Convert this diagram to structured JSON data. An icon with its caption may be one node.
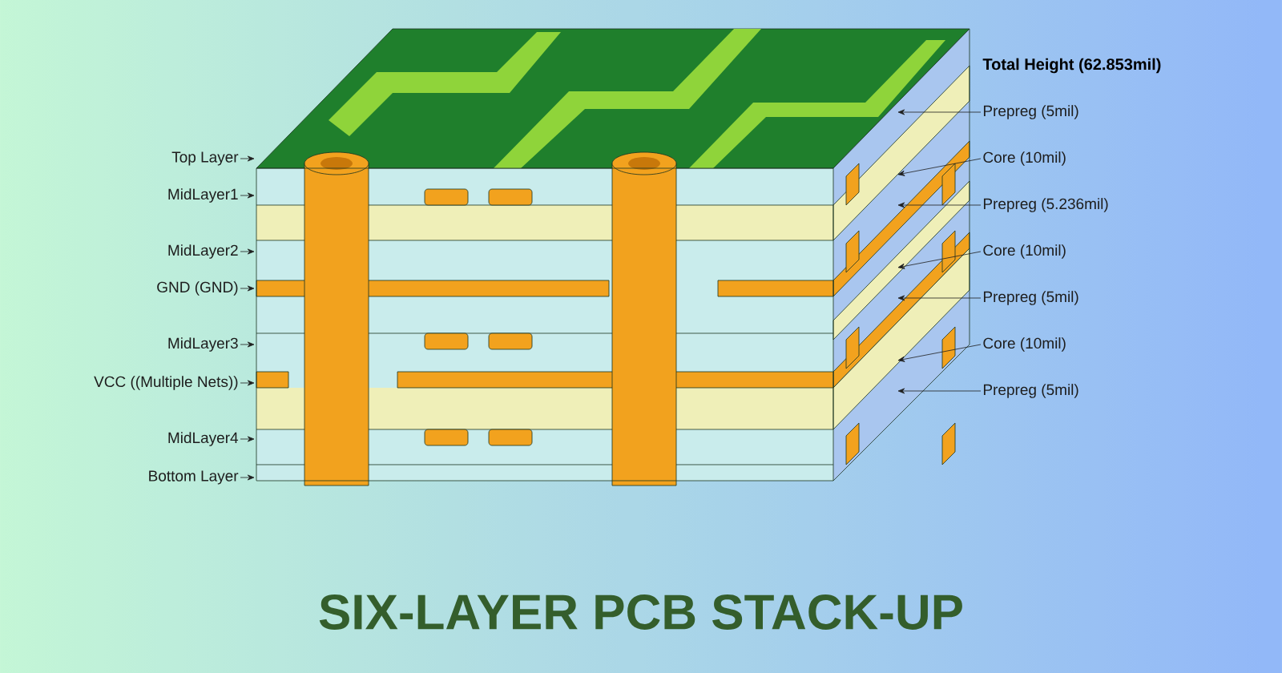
{
  "diagram": {
    "title": "SIX-LAYER PCB STACK-UP",
    "nodes": [
      {
        "text": [
          "Top Layer"
        ]
      },
      {
        "text": [
          "MidLayer1"
        ]
      },
      {
        "text": [
          "MidLayer2"
        ]
      },
      {
        "text": [
          "GND (GND)"
        ]
      },
      {
        "text": [
          "MidLayer3"
        ]
      },
      {
        "text": [
          "VCC ((Multiple Nets))"
        ]
      },
      {
        "text": [
          "MidLayer4"
        ]
      },
      {
        "text": [
          "Bottom Layer"
        ]
      },
      {
        "text": [
          "Prepreg (5mil)"
        ]
      },
      {
        "text": [
          "Core (10mil)"
        ]
      },
      {
        "text": [
          "Prepreg (5.236mil)"
        ]
      },
      {
        "text": [
          "Core (10mil)"
        ]
      },
      {
        "text": [
          "Prepreg (5mil)"
        ]
      },
      {
        "text": [
          "Core (10mil)"
        ]
      },
      {
        "text": [
          "Prepreg (5mil)"
        ]
      }
    ],
    "edges": [
      {
        "from": 0,
        "to": null,
        "arrow": "to"
      },
      {
        "from": 1,
        "to": null,
        "arrow": "to"
      },
      {
        "from": 2,
        "to": null,
        "arrow": "to"
      },
      {
        "from": 3,
        "to": null,
        "arrow": "to"
      },
      {
        "from": 4,
        "to": null,
        "arrow": "to"
      },
      {
        "from": 5,
        "to": null,
        "arrow": "to"
      },
      {
        "from": 6,
        "to": null,
        "arrow": "to"
      },
      {
        "from": 7,
        "to": null,
        "arrow": "to"
      },
      {
        "from": 8,
        "to": null,
        "arrow": "to"
      },
      {
        "from": 9,
        "to": null,
        "arrow": "to"
      },
      {
        "from": 10,
        "to": null,
        "arrow": "to"
      },
      {
        "from": 11,
        "to": null,
        "arrow": "to"
      },
      {
        "from": 12,
        "to": null,
        "arrow": "to"
      },
      {
        "from": 13,
        "to": null,
        "arrow": "to"
      },
      {
        "from": 14,
        "to": null,
        "arrow": "to"
      }
    ],
    "labels": [
      "Total Height (62.853mil)"
    ]
  }
}
